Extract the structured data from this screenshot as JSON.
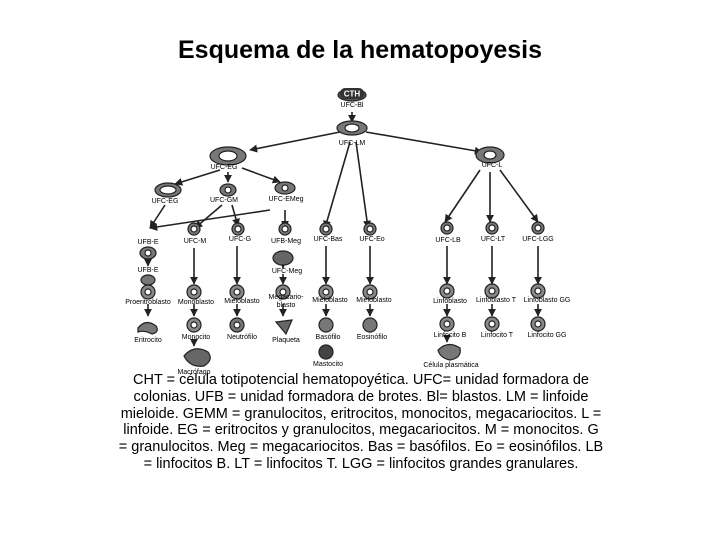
{
  "title": "Esquema de la hematopoyesis",
  "caption": "CHT = célula totipotencial hematopoyética. UFC= unidad formadora de colonias. UFB = unidad formadora de brotes. Bl= blastos. LM = linfoide mieloide. GEMM = granulocitos, eritrocitos, monocitos, megacariocitos. L = linfoide. EG = eritrocitos y granulocitos, megacariocitos. M = monocitos. G = granulocitos. Meg = megacariocitos. Bas = basófilos. Eo = eosinófilos. LB = linfocitos B. LT = linfocitos T. LGG = linfocitos grandes granulares.",
  "diagram": {
    "labels": {
      "cth": "CTH",
      "ufc_bl": "UFC-Bl",
      "ufc_lm": "UFC-LM",
      "ufc_eg": "UFC-EG",
      "ufc_l": "UFC-L",
      "ufc_eg2": "UFC-EG",
      "ufc_gm": "UFC-GM",
      "ufc_emeg": "UFC-EMeg",
      "ufb_e": "UFB-E",
      "ufc_m": "UFC-M",
      "ufc_g": "UFC-G",
      "ufb_meg": "UFB-Meg",
      "ufc_bas": "UFC-Bas",
      "ufc_eo": "UFC-Eo",
      "ufc_lb": "UFC-LB",
      "ufc_lt": "UFC-LT",
      "ufc_lgg": "UFC-LGG",
      "ufb_e2": "UFB-E",
      "ufc_meg": "UFC-Meg",
      "proeritroblasto": "Proeritroblasto",
      "monoblasto": "Monoblasto",
      "mieloblasto1": "Mieloblasto",
      "megacarioblasto": "Megacario-\nblasto",
      "mieloblasto2": "Mieloblasto",
      "mieloblasto3": "Mieloblasto",
      "linfoblasto": "Linfoblasto",
      "linfoblasto_t": "Linfoblasto T",
      "linfoblasto_gg": "Linfoblasto GG",
      "eritrocito": "Eritrocito",
      "monocito": "Monocito",
      "neutrofilo": "Neutrófilo",
      "plaqueta": "Plaqueta",
      "basofilo": "Basófilo",
      "eosinofilo": "Eosinófilo",
      "linfocito_b": "Linfocito B",
      "linfocito_t": "Linfocito T",
      "linfocito_gg": "Linfocito GG",
      "macrofago": "Macrófago",
      "mastocito": "Mastocito",
      "celula_plasmatica": "Célula plasmática"
    }
  }
}
